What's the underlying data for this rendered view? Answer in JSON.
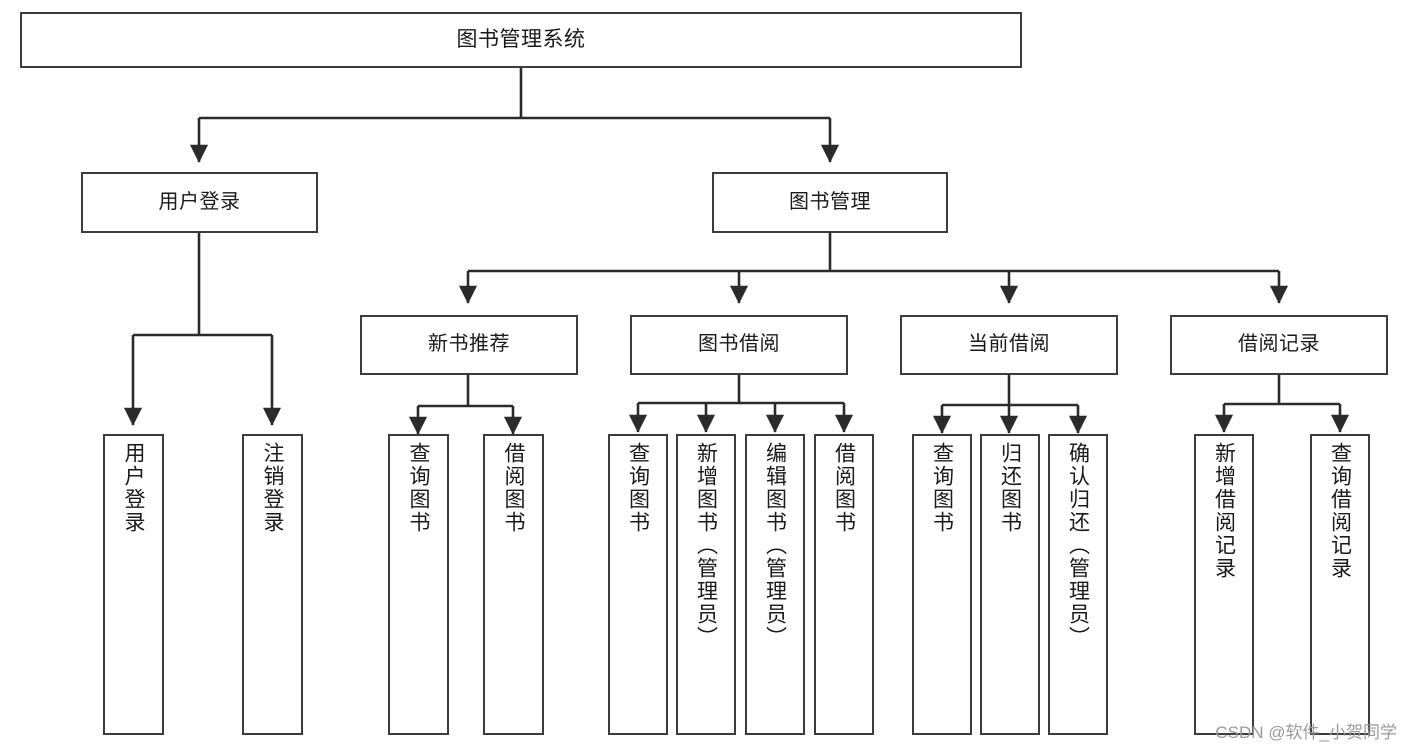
{
  "diagram": {
    "type": "tree-hierarchy-diagram",
    "title": "图书管理系统",
    "style": {
      "background": "#ffffff",
      "box_border": "#3c3c3c",
      "box_fill": "#ffffff",
      "connector": "#2b2b2b",
      "text": "#1a1a1a",
      "watermark": "#9a9a9a"
    },
    "root": {
      "label": "图书管理系统"
    },
    "level1": [
      {
        "label": "用户登录"
      },
      {
        "label": "图书管理"
      }
    ],
    "level2": [
      {
        "label": "新书推荐"
      },
      {
        "label": "图书借阅"
      },
      {
        "label": "当前借阅"
      },
      {
        "label": "借阅记录"
      }
    ],
    "leaves": {
      "user_login": [
        {
          "label": "用户登录"
        },
        {
          "label": "注销登录"
        }
      ],
      "new_book_recommend": [
        {
          "label": "查询图书"
        },
        {
          "label": "借阅图书"
        }
      ],
      "book_borrow": [
        {
          "label": "查询图书"
        },
        {
          "label": "新增图书（管理员）"
        },
        {
          "label": "编辑图书（管理员）"
        },
        {
          "label": "借阅图书"
        }
      ],
      "current_borrow": [
        {
          "label": "查询图书"
        },
        {
          "label": "归还图书"
        },
        {
          "label": "确认归还（管理员）"
        }
      ],
      "borrow_record": [
        {
          "label": "新增借阅记录"
        },
        {
          "label": "查询借阅记录"
        }
      ]
    }
  },
  "watermark": {
    "text": "CSDN @软件_小贺同学"
  }
}
